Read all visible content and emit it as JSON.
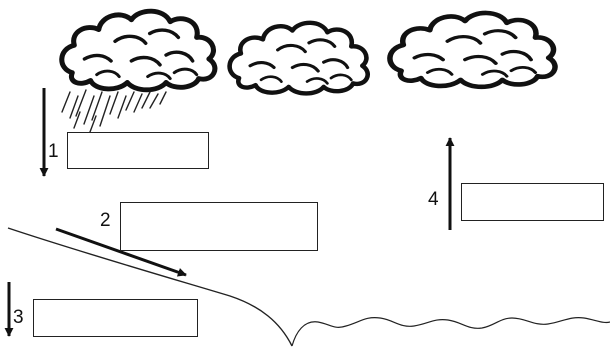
{
  "diagram": {
    "kind": "water-cycle-labeling-worksheet",
    "steps": [
      {
        "number": "1",
        "arrow": "down",
        "box_text": ""
      },
      {
        "number": "2",
        "arrow": "down-slope",
        "box_text": ""
      },
      {
        "number": "3",
        "arrow": "down",
        "box_text": ""
      },
      {
        "number": "4",
        "arrow": "up",
        "box_text": ""
      }
    ],
    "clouds": [
      {
        "name": "raining-cloud",
        "raining": true
      },
      {
        "name": "middle-cloud",
        "raining": false
      },
      {
        "name": "right-cloud",
        "raining": false
      }
    ],
    "colors": {
      "ink": "#111111",
      "background": "#ffffff"
    }
  }
}
